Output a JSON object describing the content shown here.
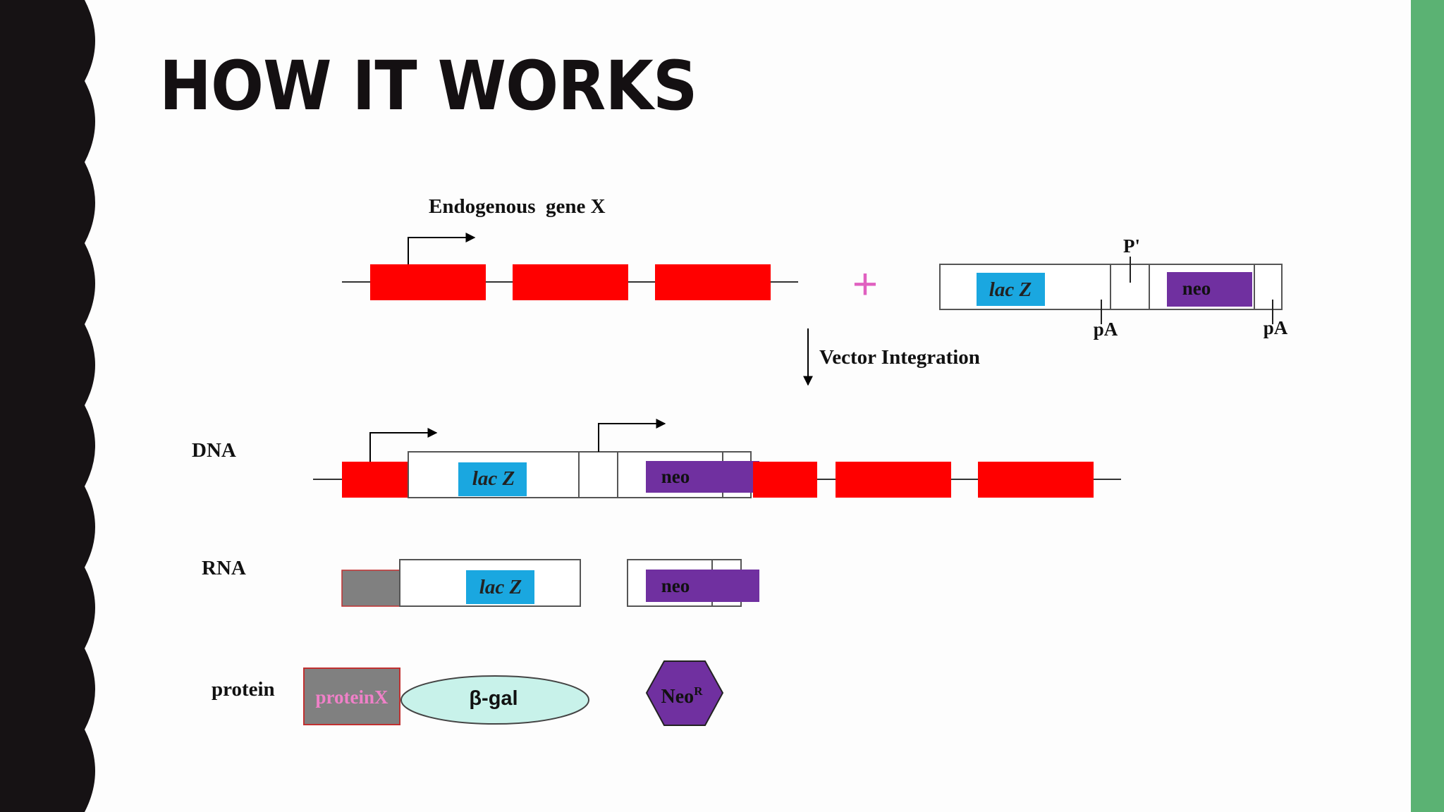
{
  "slide": {
    "title": "HOW IT WORKS",
    "accent_color": "#5bb273",
    "left_band_color": "#161214"
  },
  "diagram": {
    "gene_label": "Endogenous  gene X",
    "plus_sign": "+",
    "vector": {
      "lacz_label": "lac Z",
      "neo_label": "neo",
      "promoter_label": "P'",
      "pa_label_1": "pA",
      "pa_label_2": "pA"
    },
    "integration_label": "Vector Integration",
    "rows": {
      "dna": "DNA",
      "rna": "RNA",
      "protein": "protein"
    },
    "dna_construct": {
      "lacz_label": "lac Z",
      "neo_label": "neo"
    },
    "rna_construct": {
      "lacz_label": "lac Z",
      "neo_label": "neo"
    },
    "proteins": {
      "protein_x": "proteinX",
      "beta_gal": "β-gal",
      "neo_r": "Neo",
      "neo_r_sup": "R"
    },
    "colors": {
      "exon": "#ff0000",
      "lacz": "#1aa7e0",
      "neo": "#7030a0",
      "gray": "#808080",
      "beta_gal_fill": "#c8f2ea",
      "plus": "#e060c0"
    }
  }
}
